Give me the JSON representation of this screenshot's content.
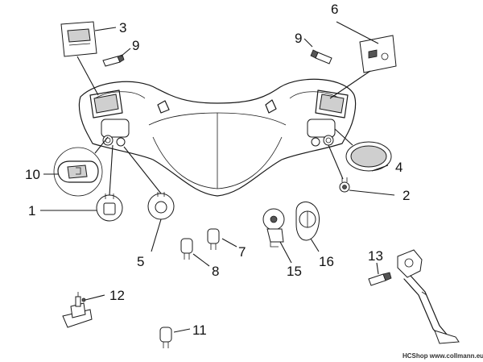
{
  "diagram": {
    "callouts": [
      {
        "id": "c1",
        "label": "1"
      },
      {
        "id": "c2",
        "label": "2"
      },
      {
        "id": "c3",
        "label": "3"
      },
      {
        "id": "c4",
        "label": "4"
      },
      {
        "id": "c5",
        "label": "5"
      },
      {
        "id": "c6",
        "label": "6"
      },
      {
        "id": "c7",
        "label": "7"
      },
      {
        "id": "c8",
        "label": "8"
      },
      {
        "id": "c9a",
        "label": "9"
      },
      {
        "id": "c9b",
        "label": "9"
      },
      {
        "id": "c10",
        "label": "10"
      },
      {
        "id": "c11",
        "label": "11"
      },
      {
        "id": "c12",
        "label": "12"
      },
      {
        "id": "c13",
        "label": "13"
      },
      {
        "id": "c15",
        "label": "15"
      },
      {
        "id": "c16",
        "label": "16"
      }
    ],
    "watermark": "HCShop www.collmann.eu"
  }
}
